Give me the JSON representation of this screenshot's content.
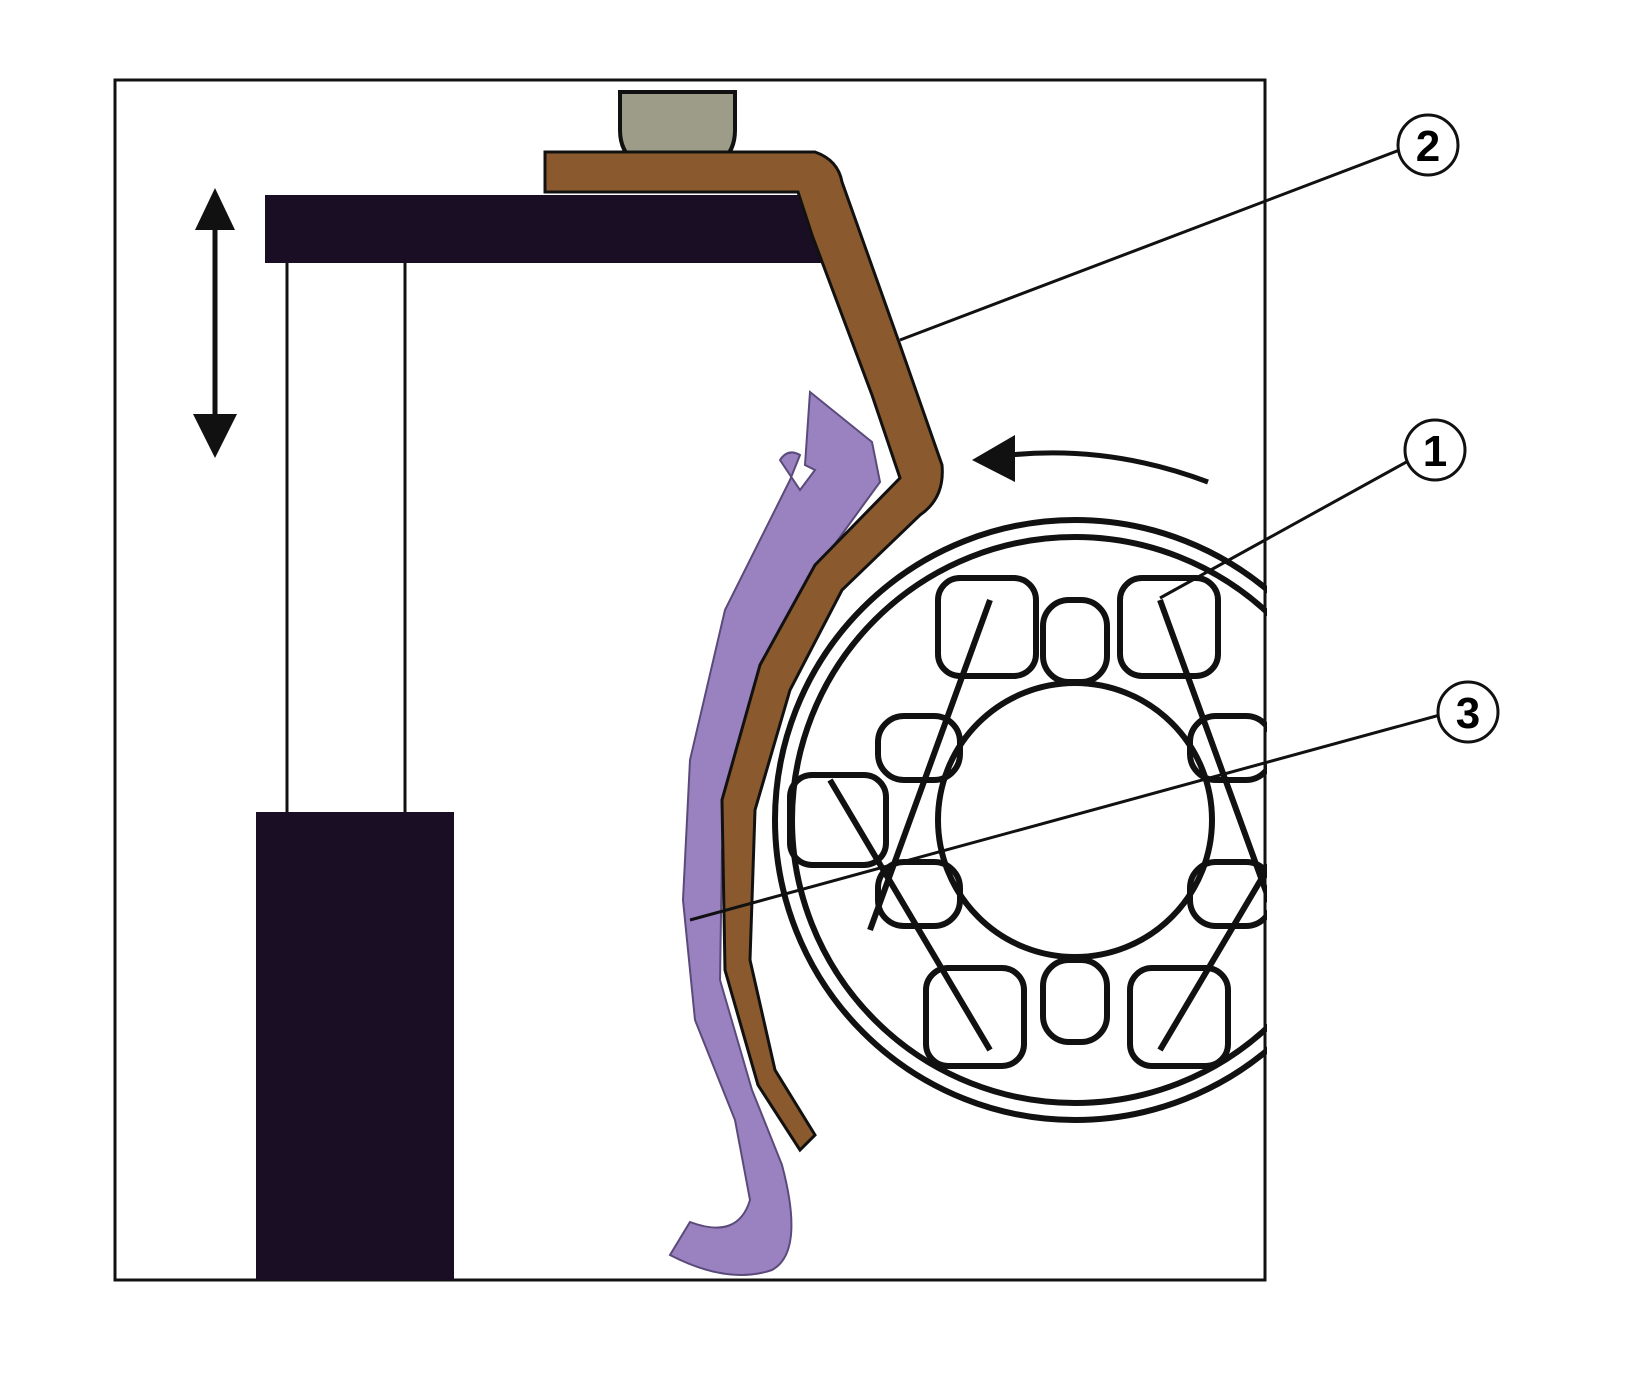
{
  "callouts": {
    "c1": "1",
    "c2": "2",
    "c3": "3"
  },
  "colors": {
    "outline": "#111111",
    "dark_block": "#1a0e24",
    "brown_strip": "#8a5a2e",
    "purple_hook": "#9a82c0",
    "gray_knob": "#9c9c88"
  },
  "icons": {
    "vertical_motion": "double-arrow-vertical-icon",
    "rotation": "curved-arrow-left-icon"
  }
}
